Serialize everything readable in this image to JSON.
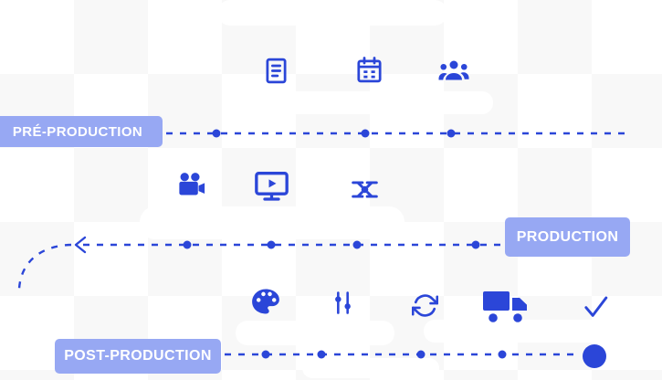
{
  "diagram": {
    "phases": [
      {
        "id": "pre-production",
        "label": "PRÉ-PRODUCTION",
        "icons": [
          "script-icon",
          "calendar-icon",
          "team-icon"
        ]
      },
      {
        "id": "production",
        "label": "PRODUCTION",
        "icons": [
          "film-camera-icon",
          "monitor-icon",
          "drone-icon"
        ]
      },
      {
        "id": "post-production",
        "label": "POST-PRODUCTION",
        "icons": [
          "color-grading-icon",
          "audio-mixer-icon",
          "sync-icon",
          "delivery-truck-icon",
          "checkmark-icon"
        ]
      }
    ],
    "colors": {
      "icon_color": "#2b46d8",
      "badge_bg": "#97a8f3",
      "badge_text": "#ffffff",
      "connector_color": "#2b46d8",
      "blob_fill": "#ffffff",
      "checker_light": "#ffffff",
      "checker_dark": "#f8f8f8"
    }
  }
}
